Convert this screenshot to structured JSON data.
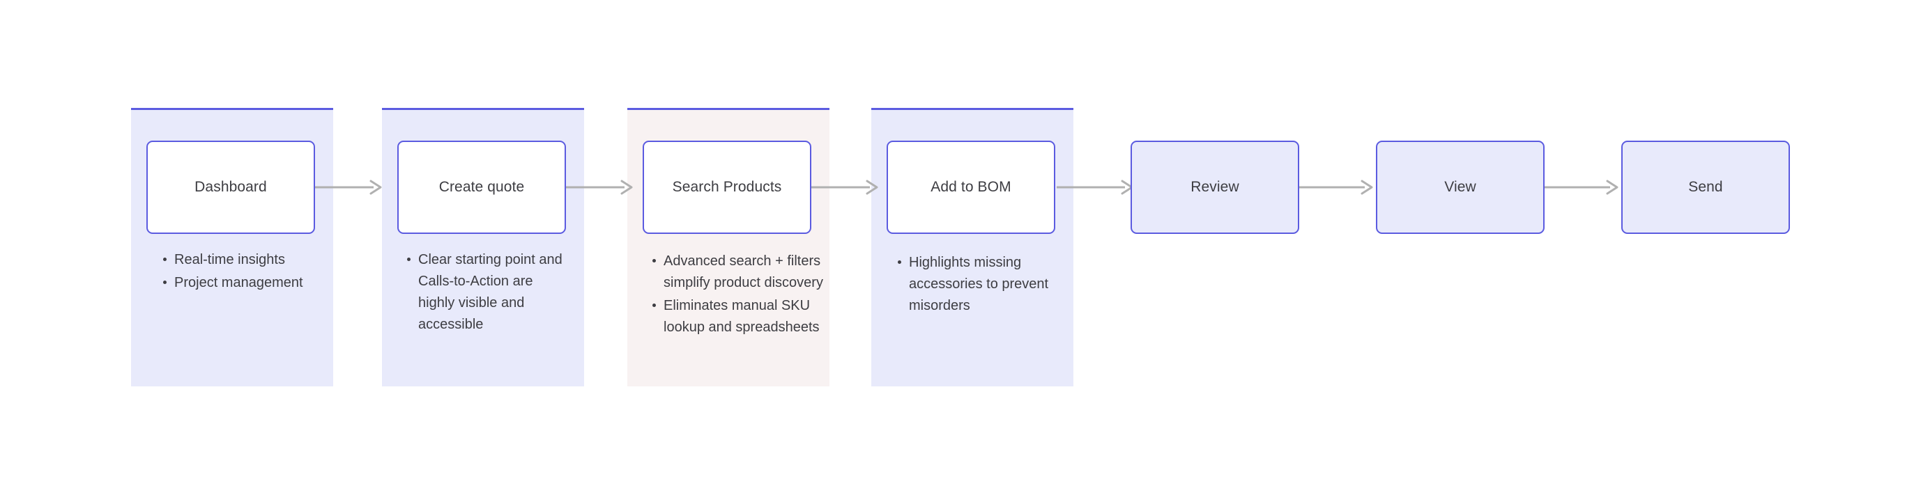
{
  "diagram": {
    "type": "horizontal-flow",
    "title": "",
    "colors": {
      "node_border": "#5b5be0",
      "node_fill_white": "#ffffff",
      "node_fill_lavender": "#e8eafb",
      "band_lavender": "#e8eafb",
      "band_blush": "#f8f2f2",
      "band_top_rule": "#5b5be0",
      "arrow": "#b0b0b0",
      "text": "#3d3d42",
      "canvas": "#ffffff"
    },
    "stages": [
      {
        "id": "dashboard",
        "label": "Dashboard",
        "band": "lavender",
        "node_fill": "white",
        "bullets": [
          "Real-time insights",
          "Project management"
        ]
      },
      {
        "id": "create-quote",
        "label": "Create quote",
        "band": "lavender",
        "node_fill": "white",
        "bullets": [
          "Clear starting point and Calls-to-Action are highly visible and accessible"
        ]
      },
      {
        "id": "search-products",
        "label": "Search Products",
        "band": "blush",
        "node_fill": "white",
        "bullets": [
          "Advanced search + filters simplify product discovery",
          "Eliminates manual SKU lookup and spreadsheets"
        ]
      },
      {
        "id": "add-to-bom",
        "label": "Add to BOM",
        "band": "lavender",
        "node_fill": "white",
        "bullets": [
          "Highlights missing accessories to prevent misorders"
        ]
      },
      {
        "id": "review",
        "label": "Review",
        "band": "none",
        "node_fill": "lavender",
        "bullets": []
      },
      {
        "id": "view",
        "label": "View",
        "band": "none",
        "node_fill": "lavender",
        "bullets": []
      },
      {
        "id": "send",
        "label": "Send",
        "band": "none",
        "node_fill": "lavender",
        "bullets": []
      }
    ],
    "connectors": [
      {
        "from": "dashboard",
        "to": "create-quote",
        "icon": "arrow-right-icon"
      },
      {
        "from": "create-quote",
        "to": "search-products",
        "icon": "arrow-right-icon"
      },
      {
        "from": "search-products",
        "to": "add-to-bom",
        "icon": "arrow-right-icon"
      },
      {
        "from": "add-to-bom",
        "to": "review",
        "icon": "arrow-right-icon"
      },
      {
        "from": "review",
        "to": "view",
        "icon": "arrow-right-icon"
      },
      {
        "from": "view",
        "to": "send",
        "icon": "arrow-right-icon"
      }
    ]
  }
}
